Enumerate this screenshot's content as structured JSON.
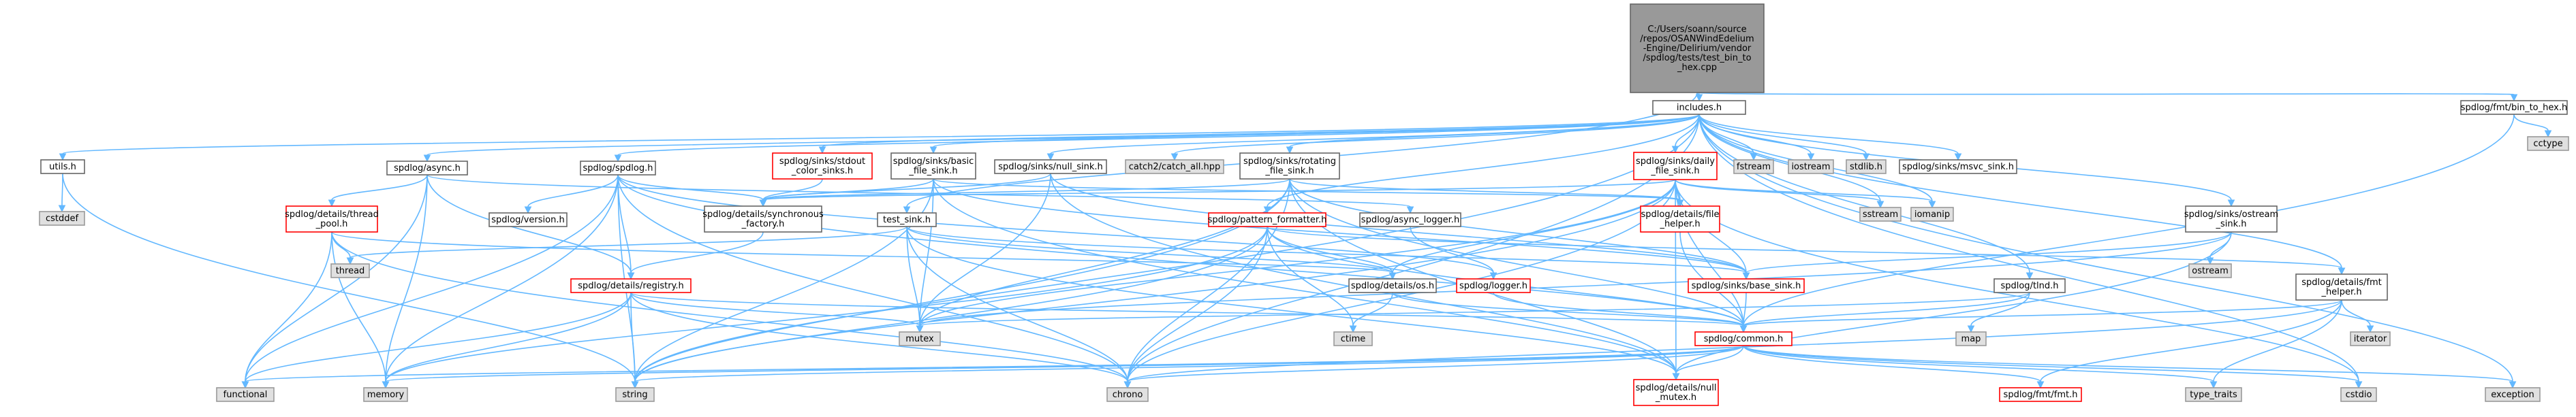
{
  "colors": {
    "edge": "#63b8ff",
    "root_fill": "#999999",
    "root_stroke": "#666666",
    "local_stroke": "#666666",
    "local_fill": "#ffffff",
    "system_fill": "#e0e0e0",
    "system_stroke": "#999999",
    "highlight_stroke": "#ff0000"
  },
  "nodes": [
    {
      "id": "root",
      "kind": "root",
      "lines": [
        "C:/Users/soann/source",
        "/repos/OSANWindEdelium",
        "-Engine/Delirium/vendor",
        "/spdlog/tests/test_bin_to",
        "_hex.cpp"
      ]
    },
    {
      "id": "includes",
      "kind": "local",
      "lines": [
        "includes.h"
      ]
    },
    {
      "id": "fmt_bin_to_hex",
      "kind": "local",
      "lines": [
        "spdlog/fmt/bin_to_hex.h"
      ]
    },
    {
      "id": "cctype",
      "kind": "system",
      "lines": [
        "cctype"
      ]
    },
    {
      "id": "utils",
      "kind": "local",
      "lines": [
        "utils.h"
      ]
    },
    {
      "id": "cstddef",
      "kind": "system",
      "lines": [
        "cstddef"
      ]
    },
    {
      "id": "async",
      "kind": "local",
      "lines": [
        "spdlog/async.h"
      ]
    },
    {
      "id": "spdlog_h",
      "kind": "local",
      "lines": [
        "spdlog/spdlog.h"
      ]
    },
    {
      "id": "stdout_color",
      "kind": "highlight",
      "lines": [
        "spdlog/sinks/stdout",
        "_color_sinks.h"
      ]
    },
    {
      "id": "basic_file",
      "kind": "local",
      "lines": [
        "spdlog/sinks/basic",
        "_file_sink.h"
      ]
    },
    {
      "id": "null_sink",
      "kind": "local",
      "lines": [
        "spdlog/sinks/null_sink.h"
      ]
    },
    {
      "id": "catch",
      "kind": "system",
      "lines": [
        "catch2/catch_all.hpp"
      ]
    },
    {
      "id": "rotating",
      "kind": "local",
      "lines": [
        "spdlog/sinks/rotating",
        "_file_sink.h"
      ]
    },
    {
      "id": "daily",
      "kind": "highlight",
      "lines": [
        "spdlog/sinks/daily",
        "_file_sink.h"
      ]
    },
    {
      "id": "fstream",
      "kind": "system",
      "lines": [
        "fstream"
      ]
    },
    {
      "id": "iostream",
      "kind": "system",
      "lines": [
        "iostream"
      ]
    },
    {
      "id": "stdlib",
      "kind": "system",
      "lines": [
        "stdlib.h"
      ]
    },
    {
      "id": "msvc_sink",
      "kind": "local",
      "lines": [
        "spdlog/sinks/msvc_sink.h"
      ]
    },
    {
      "id": "thread_pool",
      "kind": "highlight",
      "lines": [
        "spdlog/details/thread",
        "_pool.h"
      ]
    },
    {
      "id": "version",
      "kind": "local",
      "lines": [
        "spdlog/version.h"
      ]
    },
    {
      "id": "sync_factory",
      "kind": "local",
      "lines": [
        "spdlog/details/synchronous",
        "_factory.h"
      ]
    },
    {
      "id": "test_sink",
      "kind": "local",
      "lines": [
        "test_sink.h"
      ]
    },
    {
      "id": "async_logger",
      "kind": "local",
      "lines": [
        "spdlog/async_logger.h"
      ]
    },
    {
      "id": "pattern_formatter",
      "kind": "highlight",
      "lines": [
        "spdlog/pattern_formatter.h"
      ]
    },
    {
      "id": "file_helper",
      "kind": "highlight",
      "lines": [
        "spdlog/details/file",
        "_helper.h"
      ]
    },
    {
      "id": "sstream",
      "kind": "system",
      "lines": [
        "sstream"
      ]
    },
    {
      "id": "iomanip",
      "kind": "system",
      "lines": [
        "iomanip"
      ]
    },
    {
      "id": "ostream_sink",
      "kind": "local",
      "lines": [
        "spdlog/sinks/ostream",
        "_sink.h"
      ]
    },
    {
      "id": "thread",
      "kind": "system",
      "lines": [
        "thread"
      ]
    },
    {
      "id": "registry",
      "kind": "highlight",
      "lines": [
        "spdlog/details/registry.h"
      ]
    },
    {
      "id": "os",
      "kind": "local",
      "lines": [
        "spdlog/details/os.h"
      ]
    },
    {
      "id": "logger",
      "kind": "highlight",
      "lines": [
        "spdlog/logger.h"
      ]
    },
    {
      "id": "base_sink",
      "kind": "highlight",
      "lines": [
        "spdlog/sinks/base_sink.h"
      ]
    },
    {
      "id": "ostream",
      "kind": "system",
      "lines": [
        "ostream"
      ]
    },
    {
      "id": "fmt_helper",
      "kind": "local",
      "lines": [
        "spdlog/details/fmt",
        "_helper.h"
      ]
    },
    {
      "id": "mutex",
      "kind": "system",
      "lines": [
        "mutex"
      ]
    },
    {
      "id": "ctime",
      "kind": "system",
      "lines": [
        "ctime"
      ]
    },
    {
      "id": "tlnd",
      "kind": "local",
      "lines": [
        "spdlog/tlnd.h"
      ]
    },
    {
      "id": "common",
      "kind": "highlight",
      "lines": [
        "spdlog/common.h"
      ]
    },
    {
      "id": "map",
      "kind": "system",
      "lines": [
        "map"
      ]
    },
    {
      "id": "iterator",
      "kind": "system",
      "lines": [
        "iterator"
      ]
    },
    {
      "id": "functional",
      "kind": "system",
      "lines": [
        "functional"
      ]
    },
    {
      "id": "memory",
      "kind": "system",
      "lines": [
        "memory"
      ]
    },
    {
      "id": "string",
      "kind": "system",
      "lines": [
        "string"
      ]
    },
    {
      "id": "chrono",
      "kind": "system",
      "lines": [
        "chrono"
      ]
    },
    {
      "id": "null_mutex",
      "kind": "highlight",
      "lines": [
        "spdlog/details/null",
        "_mutex.h"
      ]
    },
    {
      "id": "fmt_h",
      "kind": "highlight",
      "lines": [
        "spdlog/fmt/fmt.h"
      ]
    },
    {
      "id": "type_traits",
      "kind": "system",
      "lines": [
        "type_traits"
      ]
    },
    {
      "id": "cstdio",
      "kind": "system",
      "lines": [
        "cstdio"
      ]
    },
    {
      "id": "exception",
      "kind": "system",
      "lines": [
        "exception"
      ]
    }
  ],
  "edges": [
    [
      "root",
      "includes"
    ],
    [
      "root",
      "fmt_bin_to_hex"
    ],
    [
      "root",
      "test_sink"
    ],
    [
      "fmt_bin_to_hex",
      "cctype"
    ],
    [
      "fmt_bin_to_hex",
      "common"
    ],
    [
      "includes",
      "utils"
    ],
    [
      "includes",
      "async"
    ],
    [
      "includes",
      "spdlog_h"
    ],
    [
      "includes",
      "stdout_color"
    ],
    [
      "includes",
      "basic_file"
    ],
    [
      "includes",
      "null_sink"
    ],
    [
      "includes",
      "catch"
    ],
    [
      "includes",
      "rotating"
    ],
    [
      "includes",
      "daily"
    ],
    [
      "includes",
      "fstream"
    ],
    [
      "includes",
      "iostream"
    ],
    [
      "includes",
      "stdlib"
    ],
    [
      "includes",
      "msvc_sink"
    ],
    [
      "includes",
      "pattern_formatter"
    ],
    [
      "includes",
      "ostream_sink"
    ],
    [
      "includes",
      "tlnd"
    ],
    [
      "includes",
      "fmt_helper"
    ],
    [
      "includes",
      "sstream"
    ],
    [
      "includes",
      "iomanip"
    ],
    [
      "includes",
      "string"
    ],
    [
      "includes",
      "chrono"
    ],
    [
      "includes",
      "cstdio"
    ],
    [
      "includes",
      "exception"
    ],
    [
      "utils",
      "cstddef"
    ],
    [
      "utils",
      "string"
    ],
    [
      "async",
      "thread_pool"
    ],
    [
      "async",
      "registry"
    ],
    [
      "async",
      "async_logger"
    ],
    [
      "async",
      "memory"
    ],
    [
      "async",
      "functional"
    ],
    [
      "spdlog_h",
      "version"
    ],
    [
      "spdlog_h",
      "sync_factory"
    ],
    [
      "spdlog_h",
      "registry"
    ],
    [
      "spdlog_h",
      "logger"
    ],
    [
      "spdlog_h",
      "common"
    ],
    [
      "spdlog_h",
      "chrono"
    ],
    [
      "spdlog_h",
      "functional"
    ],
    [
      "spdlog_h",
      "memory"
    ],
    [
      "spdlog_h",
      "string"
    ],
    [
      "stdout_color",
      "sync_factory"
    ],
    [
      "basic_file",
      "sync_factory"
    ],
    [
      "basic_file",
      "file_helper"
    ],
    [
      "basic_file",
      "base_sink"
    ],
    [
      "basic_file",
      "null_mutex"
    ],
    [
      "basic_file",
      "mutex"
    ],
    [
      "basic_file",
      "string"
    ],
    [
      "null_sink",
      "sync_factory"
    ],
    [
      "null_sink",
      "null_mutex"
    ],
    [
      "null_sink",
      "base_sink"
    ],
    [
      "null_sink",
      "mutex"
    ],
    [
      "rotating",
      "sync_factory"
    ],
    [
      "rotating",
      "file_helper"
    ],
    [
      "rotating",
      "base_sink"
    ],
    [
      "rotating",
      "null_mutex"
    ],
    [
      "rotating",
      "common"
    ],
    [
      "rotating",
      "chrono"
    ],
    [
      "rotating",
      "mutex"
    ],
    [
      "rotating",
      "string"
    ],
    [
      "daily",
      "sync_factory"
    ],
    [
      "daily",
      "file_helper"
    ],
    [
      "daily",
      "base_sink"
    ],
    [
      "daily",
      "null_mutex"
    ],
    [
      "daily",
      "os"
    ],
    [
      "daily",
      "common"
    ],
    [
      "daily",
      "chrono"
    ],
    [
      "daily",
      "cstdio"
    ],
    [
      "daily",
      "mutex"
    ],
    [
      "daily",
      "string"
    ],
    [
      "daily",
      "sstream"
    ],
    [
      "daily",
      "iomanip"
    ],
    [
      "thread_pool",
      "thread"
    ],
    [
      "thread_pool",
      "memory"
    ],
    [
      "thread_pool",
      "functional"
    ],
    [
      "thread_pool",
      "chrono"
    ],
    [
      "thread_pool",
      "os"
    ],
    [
      "sync_factory",
      "registry"
    ],
    [
      "test_sink",
      "base_sink"
    ],
    [
      "test_sink",
      "null_mutex"
    ],
    [
      "test_sink",
      "os"
    ],
    [
      "test_sink",
      "mutex"
    ],
    [
      "test_sink",
      "chrono"
    ],
    [
      "test_sink",
      "thread"
    ],
    [
      "async_logger",
      "logger"
    ],
    [
      "pattern_formatter",
      "common"
    ],
    [
      "pattern_formatter",
      "os"
    ],
    [
      "pattern_formatter",
      "ctime"
    ],
    [
      "pattern_formatter",
      "chrono"
    ],
    [
      "pattern_formatter",
      "memory"
    ],
    [
      "pattern_formatter",
      "string"
    ],
    [
      "pattern_formatter",
      "fmt_helper"
    ],
    [
      "file_helper",
      "common"
    ],
    [
      "ostream_sink",
      "base_sink"
    ],
    [
      "ostream_sink",
      "null_mutex"
    ],
    [
      "ostream_sink",
      "ostream"
    ],
    [
      "ostream_sink",
      "mutex"
    ],
    [
      "registry",
      "common"
    ],
    [
      "registry",
      "chrono"
    ],
    [
      "registry",
      "functional"
    ],
    [
      "registry",
      "memory"
    ],
    [
      "registry",
      "mutex"
    ],
    [
      "registry",
      "string"
    ],
    [
      "os",
      "common"
    ],
    [
      "os",
      "ctime"
    ],
    [
      "logger",
      "common"
    ],
    [
      "base_sink",
      "common"
    ],
    [
      "fmt_helper",
      "common"
    ],
    [
      "fmt_helper",
      "iterator"
    ],
    [
      "fmt_helper",
      "type_traits"
    ],
    [
      "fmt_helper",
      "chrono"
    ],
    [
      "fmt_helper",
      "fmt_h"
    ],
    [
      "tlnd",
      "common"
    ],
    [
      "tlnd",
      "map"
    ],
    [
      "tlnd",
      "mutex"
    ],
    [
      "common",
      "null_mutex"
    ],
    [
      "common",
      "fmt_h"
    ],
    [
      "common",
      "chrono"
    ],
    [
      "common",
      "memory"
    ],
    [
      "common",
      "string"
    ],
    [
      "common",
      "functional"
    ],
    [
      "common",
      "type_traits"
    ],
    [
      "common",
      "cstdio"
    ],
    [
      "common",
      "exception"
    ]
  ]
}
